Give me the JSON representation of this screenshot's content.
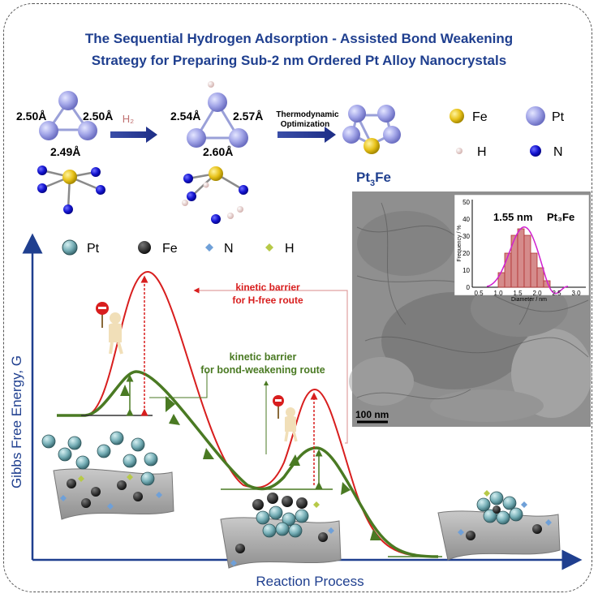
{
  "title": {
    "line1": "The Sequential Hydrogen Adsorption - Assisted Bond Weakening",
    "line2": "Strategy for Preparing Sub-2 nm Ordered Pt Alloy Nanocrystals"
  },
  "clusters": {
    "c1": {
      "d_left": "2.50Å",
      "d_right": "2.50Å",
      "d_bottom": "2.49Å"
    },
    "arrow1": "H₂",
    "c2": {
      "d_left": "2.54Å",
      "d_right": "2.57Å",
      "d_bottom": "2.60Å"
    },
    "arrow2_line1": "Thermodynamic",
    "arrow2_line2": "Optimization"
  },
  "atom_legend": {
    "fe": "Fe",
    "pt": "Pt",
    "h": "H",
    "n": "N"
  },
  "particle_legend": {
    "pt": "Pt",
    "fe": "Fe",
    "n": "N",
    "h": "H"
  },
  "tem": {
    "label_main": "Pt",
    "label_sub": "3",
    "label_tail": "Fe",
    "scale": "100 nm",
    "inset_size": "1.55 nm",
    "inset_name": "Pt₃Fe",
    "inset_ylabel": "Frequency / %",
    "inset_xlabel": "Diameter / nm",
    "y_ticks": [
      "0",
      "10",
      "20",
      "30",
      "40",
      "50"
    ],
    "x_ticks": [
      "0.5",
      "1.0",
      "1.5",
      "2.0",
      "2.5",
      "3.0"
    ]
  },
  "energy": {
    "red_label_1": "kinetic barrier",
    "red_label_2": "for H-free route",
    "green_label_1": "kinetic barrier",
    "green_label_2": "for bond-weakening route",
    "y_axis": "Gibbs Free Energy, G",
    "x_axis": "Reaction Process"
  },
  "colors": {
    "title": "#1f3f8f",
    "red": "#d81e1e",
    "green": "#4a7a23",
    "axis": "#1f3f8f"
  }
}
